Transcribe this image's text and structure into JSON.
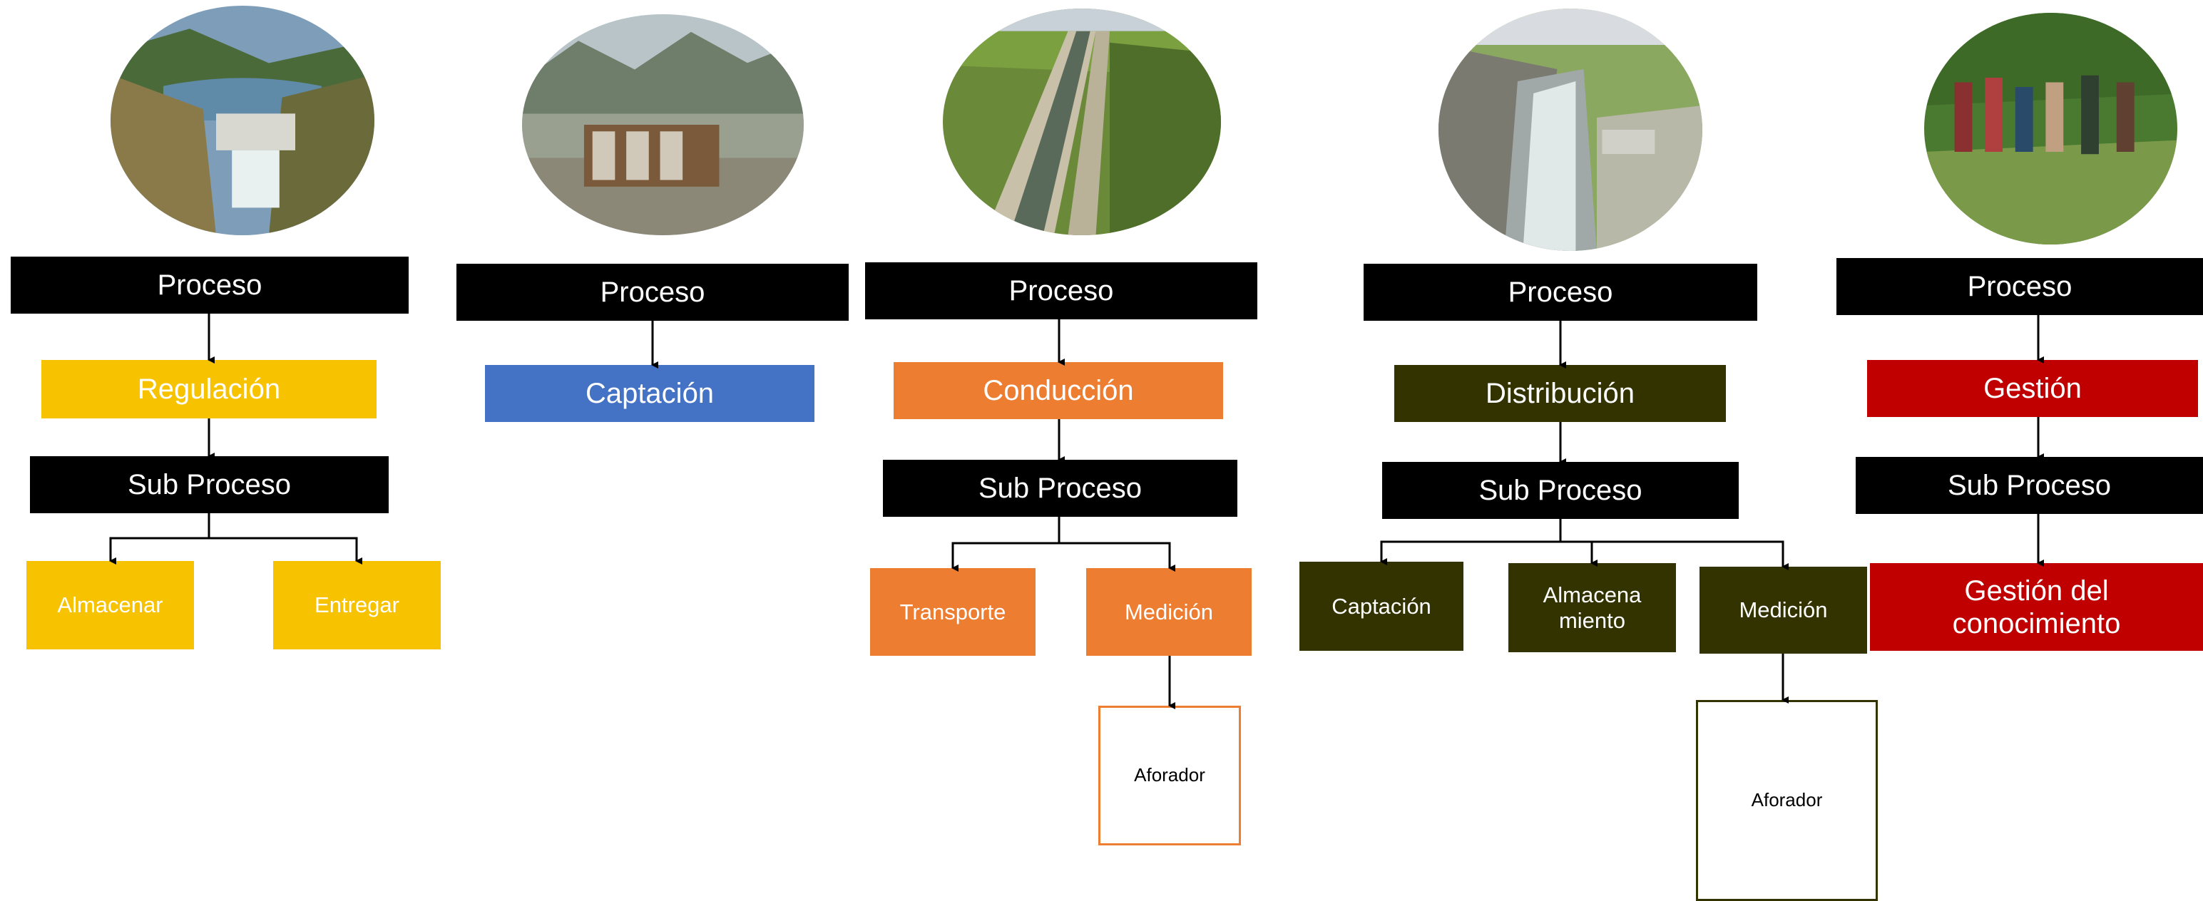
{
  "colors": {
    "black": "#000000",
    "yellow": "#f7c200",
    "blue": "#4472c4",
    "orange": "#ed7d31",
    "olive": "#333300",
    "red": "#c00000",
    "text_dark": "#000000",
    "text_light": "#ffffff"
  },
  "columns": [
    {
      "photo": "dam-reservoir-photo",
      "process_label": "Proceso",
      "main_label": "Regulación",
      "sub_label": "Sub Proceso",
      "children": [
        "Almacenar",
        "Entregar"
      ],
      "sub_child": ""
    },
    {
      "photo": "intake-structure-photo",
      "process_label": "Proceso",
      "main_label": "Captación"
    },
    {
      "photo": "canal-photo",
      "process_label": "Proceso",
      "main_label": "Conducción",
      "sub_label": "Sub Proceso",
      "children": [
        "Transporte",
        "Medición"
      ],
      "sub_child": "Aforador"
    },
    {
      "photo": "distribution-channel-photo",
      "process_label": "Proceso",
      "main_label": "Distribución",
      "sub_label": "Sub Proceso",
      "children": [
        "Captación",
        "Almacena\nmiento",
        "Medición"
      ],
      "sub_child": "Aforador"
    },
    {
      "photo": "field-group-photo",
      "process_label": "Proceso",
      "main_label": "Gestión",
      "sub_label": "Sub Proceso",
      "children": [
        "Gestión del\nconocimiento"
      ]
    }
  ]
}
